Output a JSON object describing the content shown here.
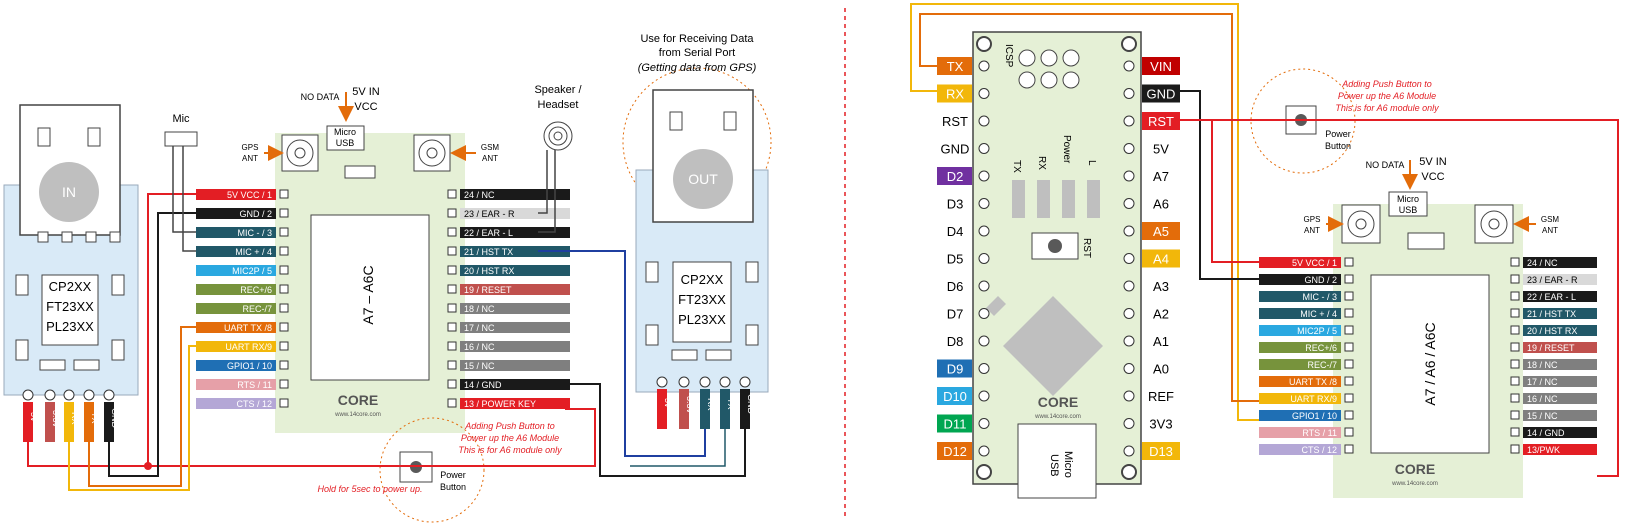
{
  "colors": {
    "board": "#e5f0d6",
    "module": "#d9eaf7",
    "red": "#e31e24",
    "black": "#1a1a1a",
    "teal": "#215868",
    "blue": "#1f3fa0",
    "orange": "#e36c0a",
    "yellow": "#f2b70a",
    "purple": "#7030a0",
    "green": "#00a651",
    "pink": "#e6a0a8",
    "lavender": "#b4a7d6",
    "gray": "#7f7f7f",
    "olive": "#77933c"
  },
  "left": {
    "in_label": "IN",
    "chip_text": [
      "CP2XX",
      "FT23XX",
      "PL23XX"
    ],
    "usb_pins": [
      "5v",
      "3.3v",
      "RX",
      "TX",
      "GND"
    ],
    "mic_label": "Mic",
    "no_data": "NO DATA",
    "five_v_in": "5V IN",
    "vcc": "VCC",
    "micro_usb": [
      "Micro",
      "USB"
    ],
    "gps_ant": [
      "GPS",
      "ANT"
    ],
    "gsm_ant": [
      "GSM",
      "ANT"
    ],
    "module_name": "A7 – A6C",
    "left_pins": [
      "5V VCC / 1",
      "GND / 2",
      "MIC - / 3",
      "MIC + / 4",
      "MIC2P / 5",
      "REC+/6",
      "REC-/7",
      "UART TX /8",
      "UART RX/9",
      "GPIO1 / 10",
      "RTS / 11",
      "CTS / 12"
    ],
    "right_pins": [
      "24 / NC",
      "23 / EAR - R",
      "22 / EAR - L",
      "21 / HST TX",
      "20 / HST RX",
      "19 / RESET",
      "18 / NC",
      "17 / NC",
      "16 / NC",
      "15 / NC",
      "14 / GND",
      "13 / POWER KEY"
    ],
    "speaker": [
      "Speaker /",
      "Headset"
    ],
    "receiving_note": [
      "Use for Receiving Data",
      "from Serial Port",
      "(Getting data from GPS)"
    ],
    "out_label": "OUT",
    "out_chip_text": [
      "CP2XX",
      "FT23XX",
      "PL23XX"
    ],
    "out_usb_pins": [
      "5v",
      "3.3v",
      "RX",
      "TX",
      "GND"
    ],
    "push_note": [
      "Adding Push Button to",
      "Power up the A6 Module",
      "This is for A6 module only"
    ],
    "power_button": [
      "Power",
      "Button"
    ],
    "hold_note": "Hold for 5sec to power up.",
    "logo": "CORE",
    "logo_url": "www.14core.com"
  },
  "right": {
    "nano_left_pins": [
      "TX",
      "RX",
      "RST",
      "GND",
      "D2",
      "D3",
      "D4",
      "D5",
      "D6",
      "D7",
      "D8",
      "D9",
      "D10",
      "D11",
      "D12"
    ],
    "nano_right_pins": [
      "VIN",
      "GND",
      "RST",
      "5V",
      "A7",
      "A6",
      "A5",
      "A4",
      "A3",
      "A2",
      "A1",
      "A0",
      "REF",
      "3V3",
      "D13"
    ],
    "icsp": "ICSP",
    "leds": [
      "TX",
      "RX",
      "Power",
      "L"
    ],
    "rst_btn": "RST",
    "micro_usb": [
      "Micro",
      "USB"
    ],
    "push_note": [
      "Adding Push Button to",
      "Power up the A6 Module",
      "This is for A6 module only"
    ],
    "power_button": [
      "Power",
      "Button"
    ],
    "no_data": "NO DATA",
    "five_v_in": "5V IN",
    "vcc": "VCC",
    "micro_usb_mod": [
      "Micro",
      "USB"
    ],
    "gps_ant": [
      "GPS",
      "ANT"
    ],
    "gsm_ant": [
      "GSM",
      "ANT"
    ],
    "module_name": "A7 / A6 / A6C",
    "left_pins": [
      "5V VCC / 1",
      "GND / 2",
      "MIC - / 3",
      "MIC + / 4",
      "MIC2P / 5",
      "REC+/6",
      "REC-/7",
      "UART TX /8",
      "UART RX/9",
      "GPIO1 / 10",
      "RTS / 11",
      "CTS / 12"
    ],
    "right_pins": [
      "24 / NC",
      "23 / EAR - R",
      "22 / EAR - L",
      "21 / HST TX",
      "20 / HST RX",
      "19 / RESET",
      "18 / NC",
      "17 / NC",
      "16 / NC",
      "15 / NC",
      "14 / GND",
      "13/PWK"
    ],
    "logo": "CORE",
    "logo_url": "www.14core.com"
  }
}
